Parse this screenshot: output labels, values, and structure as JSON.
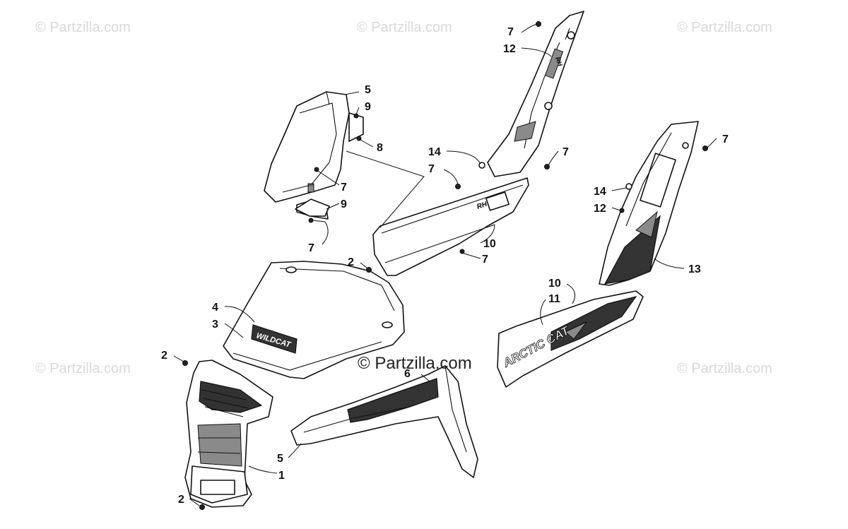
{
  "watermarks": {
    "top_left": "© Partzilla.com",
    "top_center": "© Partzilla.com",
    "top_right": "© Partzilla.com",
    "mid_left": "© Partzilla.com",
    "mid_right": "© Partzilla.com",
    "center": "© Partzilla.com"
  },
  "decals": {
    "hood": "WILDCAT",
    "side_brand": "ARCTIC CAT",
    "panel_rh": "RH",
    "panel_rh_upper": "RH"
  },
  "callouts": {
    "c_7_top": "7",
    "c_12_top": "12",
    "c_5_upper": "5",
    "c_9_upper": "9",
    "c_8": "8",
    "c_14_mid": "14",
    "c_7_right_panel": "7",
    "c_7_mid": "7",
    "c_7_far_right": "7",
    "c_7_fender": "7",
    "c_9_lower": "9",
    "c_14_right": "14",
    "c_12_right": "12",
    "c_7_bracket": "7",
    "c_10_upper": "10",
    "c_2_upper": "2",
    "c_7_lower_panel": "7",
    "c_13": "13",
    "c_10_lower": "10",
    "c_11": "11",
    "c_4": "4",
    "c_3": "3",
    "c_2_mid": "2",
    "c_6": "6",
    "c_5_lower": "5",
    "c_1": "1",
    "c_2_lower": "2"
  }
}
